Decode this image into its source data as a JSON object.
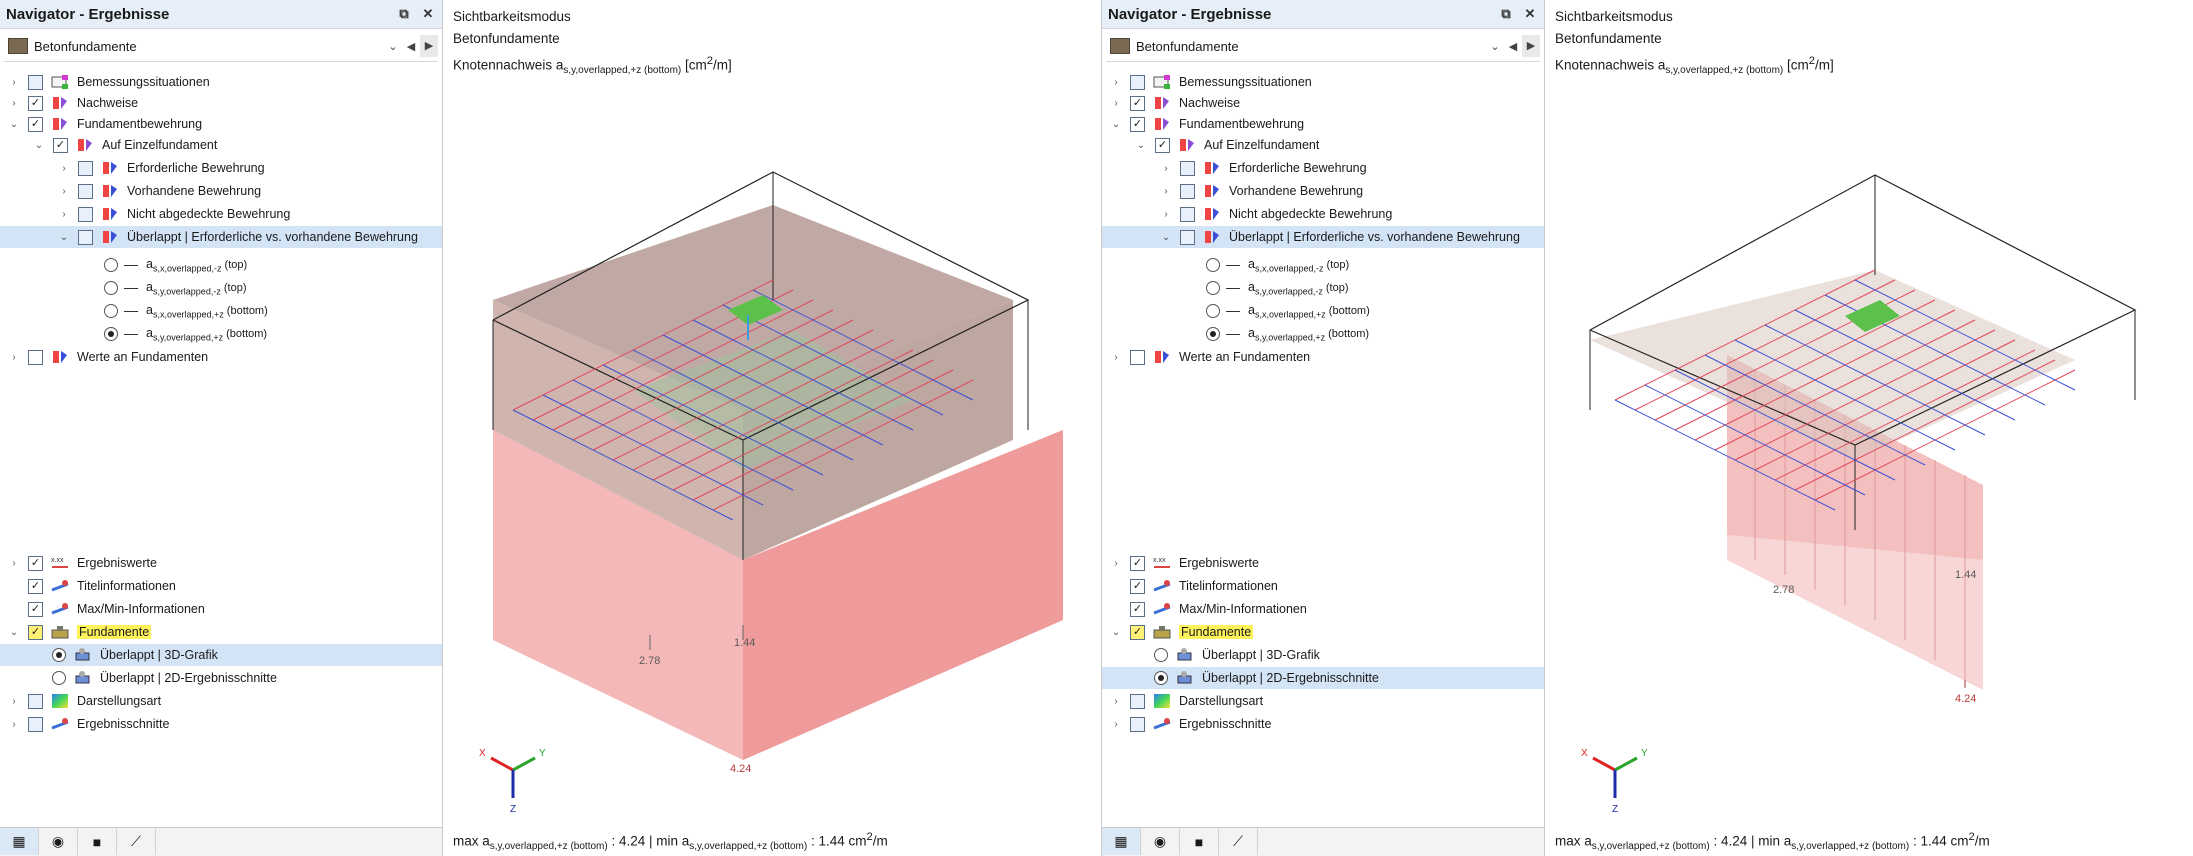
{
  "navigator": {
    "title": "Navigator - Ergebnisse",
    "combo_value": "Betonfundamente",
    "tree_top": [
      {
        "label": "Bemessungssituationen"
      },
      {
        "label": "Nachweise"
      },
      {
        "label": "Fundamentbewehrung"
      },
      {
        "label": "Auf Einzelfundament"
      },
      {
        "label": "Erforderliche Bewehrung"
      },
      {
        "label": "Vorhandene Bewehrung"
      },
      {
        "label": "Nicht abgedeckte Bewehrung"
      },
      {
        "label": "Überlappt | Erforderliche vs. vorhandene Bewehrung"
      },
      {
        "label_a": "a",
        "label_sub": "s,x,overlapped,-z",
        "label_suffix": " (top)"
      },
      {
        "label_a": "a",
        "label_sub": "s,y,overlapped,-z",
        "label_suffix": " (top)"
      },
      {
        "label_a": "a",
        "label_sub": "s,x,overlapped,+z",
        "label_suffix": " (bottom)"
      },
      {
        "label_a": "a",
        "label_sub": "s,y,overlapped,+z",
        "label_suffix": " (bottom)"
      },
      {
        "label": "Werte an Fundamenten"
      }
    ],
    "tree_bottom": [
      {
        "label": "Ergebniswerte"
      },
      {
        "label": "Titelinformationen"
      },
      {
        "label": "Max/Min-Informationen"
      },
      {
        "label": "Fundamente"
      },
      {
        "label": "Überlappt | 3D-Grafik"
      },
      {
        "label": "Überlappt | 2D-Ergebnisschnitte"
      },
      {
        "label": "Darstellungsart"
      },
      {
        "label": "Ergebnisschnitte"
      }
    ]
  },
  "view": {
    "line1": "Sichtbarkeitsmodus",
    "line2": "Betonfundamente",
    "line3_prefix": "Knotennachweis a",
    "line3_sub": "s,y,overlapped,+z (bottom)",
    "line3_unit_prefix": " [cm",
    "line3_unit_sup": "2",
    "line3_unit_suffix": "/m]",
    "footer_max_prefix": "max a",
    "footer_max_sub": "s,y,overlapped,+z (bottom)",
    "footer_max_value": " : 4.24 | min a",
    "footer_min_sub": "s,y,overlapped,+z (bottom)",
    "footer_min_value": " : 1.44 cm",
    "footer_unit_sup": "2",
    "footer_unit_suffix": "/m",
    "value_max": "4.24",
    "value_278": "2.78",
    "value_min": "1.44",
    "axis_x": "X",
    "axis_y": "Y",
    "axis_z": "Z"
  },
  "colors": {
    "accent_selection": "#d3e4f6",
    "highlight_yellow": "#fff35c",
    "rebar_red": "#e0465a",
    "rebar_blue": "#3a4fd6",
    "result_fill": "#f2a0a0",
    "concrete": "#c8a8a0",
    "support_green": "#5bc14a"
  },
  "icons": [
    "pin-icon",
    "close-icon",
    "chevron-down-icon",
    "arrow-left-icon",
    "arrow-right-icon",
    "data-icon",
    "eye-icon",
    "camera-icon",
    "line-icon"
  ]
}
